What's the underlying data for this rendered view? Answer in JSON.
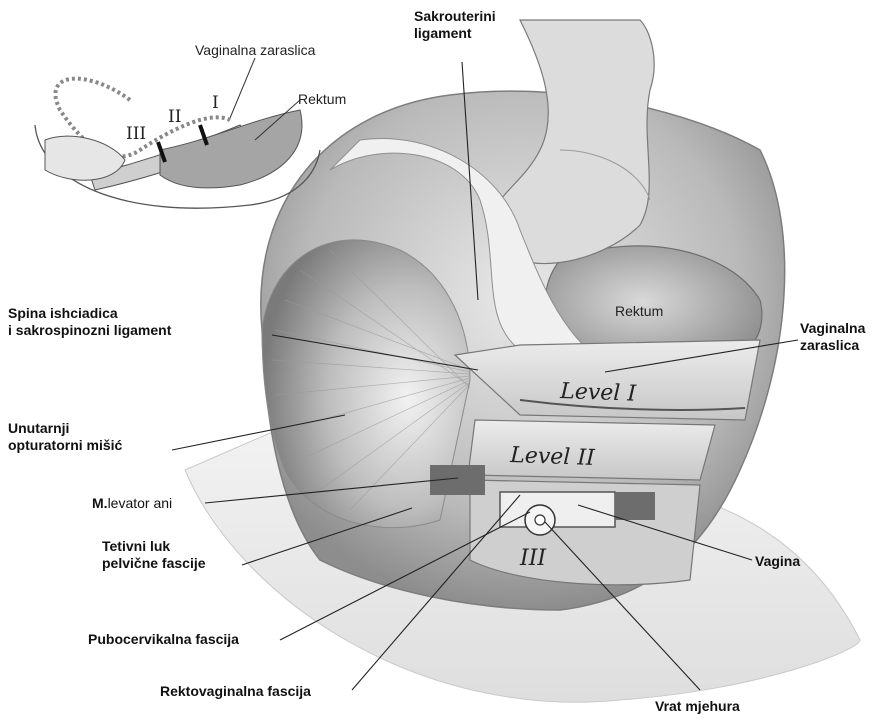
{
  "labels": {
    "sakrouterini_line1": "Sakrouterini",
    "sakrouterini_line2": "ligament",
    "spina_line1": "Spina ishciadica",
    "spina_line2": "i sakrospinozni ligament",
    "unutarnji_line1": "Unutarnji",
    "unutarnji_line2": "opturatorni mišić",
    "levator_bold": "M.",
    "levator_rest": "levator ani",
    "tetivni_line1": "Tetivni luk",
    "tetivni_line2": "pelvične fascije",
    "pubocervikalna": "Pubocervikalna fascija",
    "rektovaginalna": "Rektovaginalna fascija",
    "vrat_mjehura": "Vrat mjehura",
    "vagina": "Vagina",
    "vaginalna_right_line1": "Vaginalna",
    "vaginalna_right_line2": "zaraslica",
    "rektum_main": "Rektum"
  },
  "inset": {
    "vaginalna_zaraslica": "Vaginalna zaraslica",
    "rektum": "Rektum",
    "level_I": "I",
    "level_II": "II",
    "level_III": "III"
  },
  "levels": {
    "level1": "Level I",
    "level2": "Level II",
    "level3": "III"
  }
}
